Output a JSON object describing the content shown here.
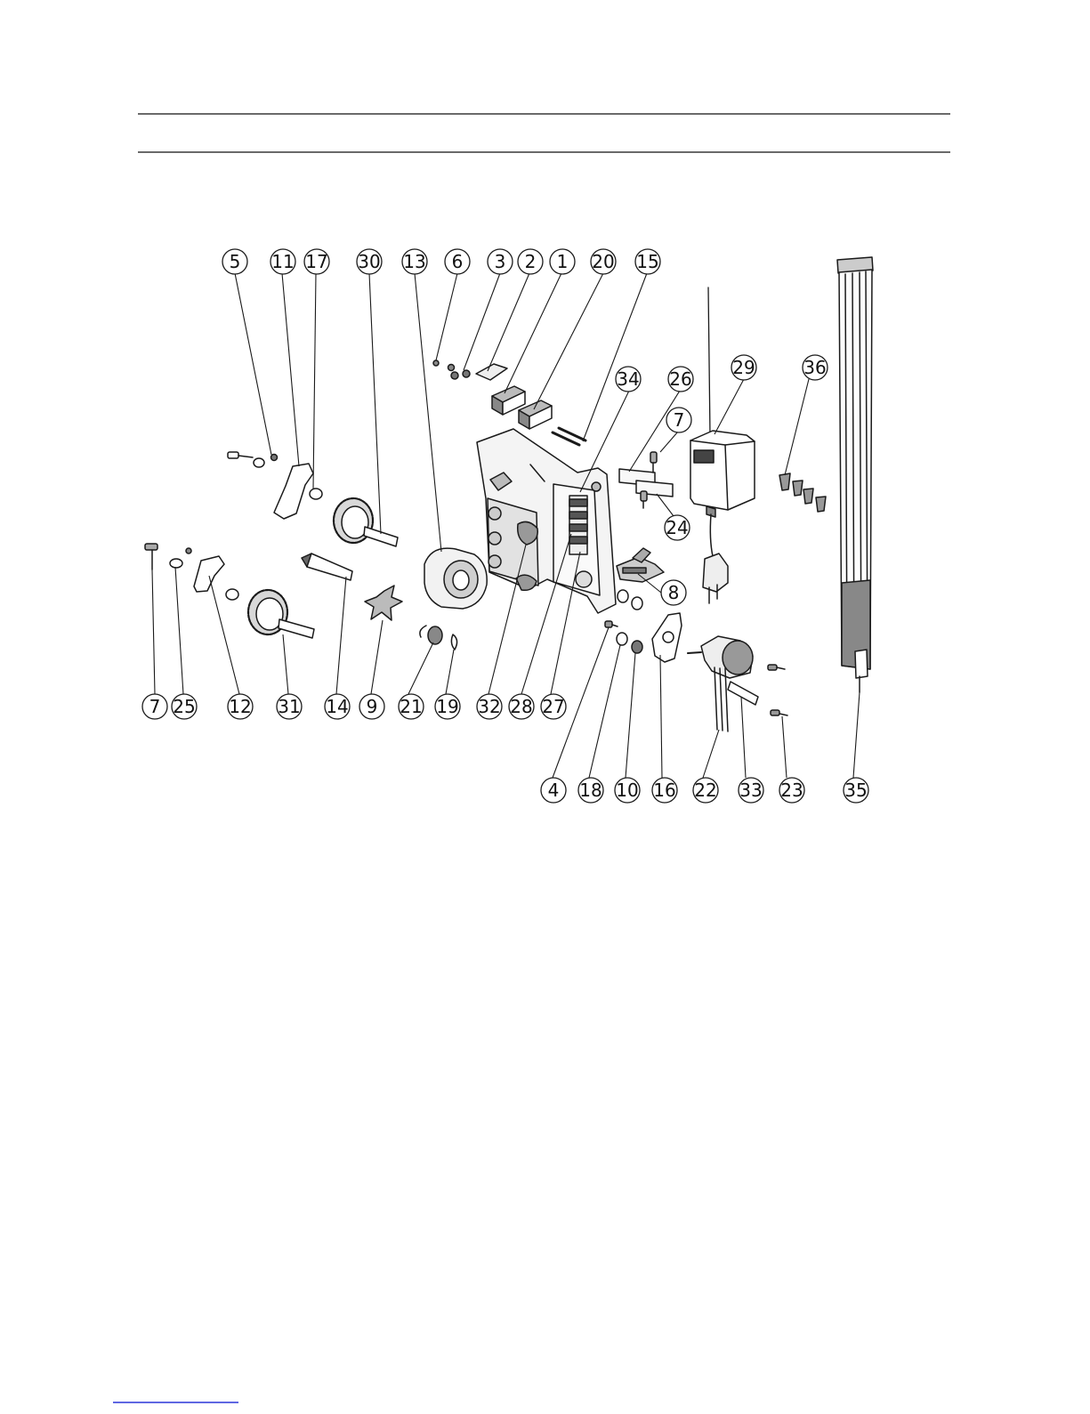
{
  "diagram": {
    "callouts": [
      {
        "id": "5",
        "label": "5"
      },
      {
        "id": "11",
        "label": "11"
      },
      {
        "id": "17",
        "label": "17"
      },
      {
        "id": "30",
        "label": "30"
      },
      {
        "id": "13",
        "label": "13"
      },
      {
        "id": "6",
        "label": "6"
      },
      {
        "id": "3",
        "label": "3"
      },
      {
        "id": "2",
        "label": "2"
      },
      {
        "id": "1",
        "label": "1"
      },
      {
        "id": "20",
        "label": "20"
      },
      {
        "id": "15",
        "label": "15"
      },
      {
        "id": "34",
        "label": "34"
      },
      {
        "id": "26",
        "label": "26"
      },
      {
        "id": "29",
        "label": "29"
      },
      {
        "id": "36",
        "label": "36"
      },
      {
        "id": "7a",
        "label": "7"
      },
      {
        "id": "24",
        "label": "24"
      },
      {
        "id": "8",
        "label": "8"
      },
      {
        "id": "7b",
        "label": "7"
      },
      {
        "id": "25",
        "label": "25"
      },
      {
        "id": "12",
        "label": "12"
      },
      {
        "id": "31",
        "label": "31"
      },
      {
        "id": "14",
        "label": "14"
      },
      {
        "id": "9",
        "label": "9"
      },
      {
        "id": "21",
        "label": "21"
      },
      {
        "id": "19",
        "label": "19"
      },
      {
        "id": "32",
        "label": "32"
      },
      {
        "id": "28",
        "label": "28"
      },
      {
        "id": "27",
        "label": "27"
      },
      {
        "id": "4",
        "label": "4"
      },
      {
        "id": "18",
        "label": "18"
      },
      {
        "id": "10",
        "label": "10"
      },
      {
        "id": "16",
        "label": "16"
      },
      {
        "id": "22",
        "label": "22"
      },
      {
        "id": "33",
        "label": "33"
      },
      {
        "id": "23",
        "label": "23"
      },
      {
        "id": "35",
        "label": "35"
      }
    ]
  }
}
